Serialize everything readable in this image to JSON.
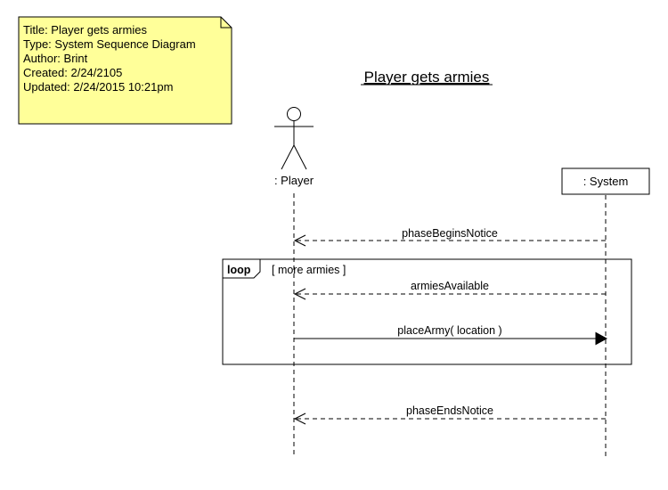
{
  "note": {
    "lines": [
      "Title: Player gets armies",
      "Type: System Sequence Diagram",
      "Author: Brint",
      "Created: 2/24/2105",
      "Updated: 2/24/2015 10:21pm"
    ],
    "fill_color": "#ffff99"
  },
  "diagram": {
    "title": "Player gets armies"
  },
  "participants": {
    "player": {
      "label": ": Player",
      "kind": "actor"
    },
    "system": {
      "label": ": System",
      "kind": "object"
    }
  },
  "messages": [
    {
      "label": "phaseBeginsNotice",
      "from": "system",
      "to": "player",
      "style": "return-dashed"
    },
    {
      "label": "armiesAvailable",
      "from": "system",
      "to": "player",
      "style": "return-dashed"
    },
    {
      "label": "placeArmy( location )",
      "from": "player",
      "to": "system",
      "style": "sync-solid"
    },
    {
      "label": "phaseEndsNotice",
      "from": "system",
      "to": "player",
      "style": "return-dashed"
    }
  ],
  "loop_fragment": {
    "keyword": "loop",
    "guard": "[ more armies ]"
  }
}
